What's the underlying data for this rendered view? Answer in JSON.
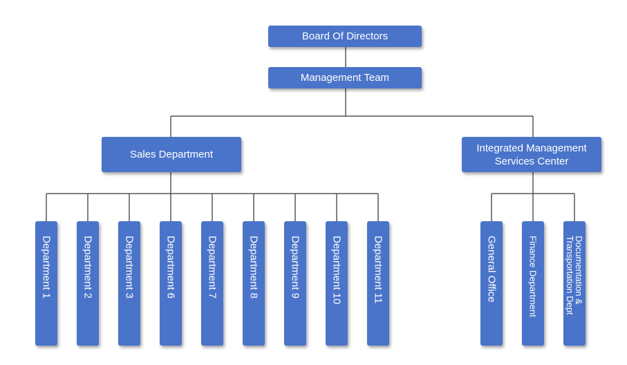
{
  "colors": {
    "node_fill": "#4a74c9",
    "node_text": "#ffffff",
    "connector": "#555555"
  },
  "nodes": {
    "board": "Board Of Directors",
    "management": "Management Team",
    "sales": "Sales Department",
    "integrated": "Integrated Management\nServices Center",
    "sales_departments": [
      "Department 1",
      "Department 2",
      "Department 3",
      "Department 6",
      "Department 7",
      "Department 8",
      "Department 9",
      "Department 10",
      "Department 11"
    ],
    "services_departments": [
      "General Office",
      "Finance Department",
      "Documentation &\nTransportation Dept"
    ]
  }
}
